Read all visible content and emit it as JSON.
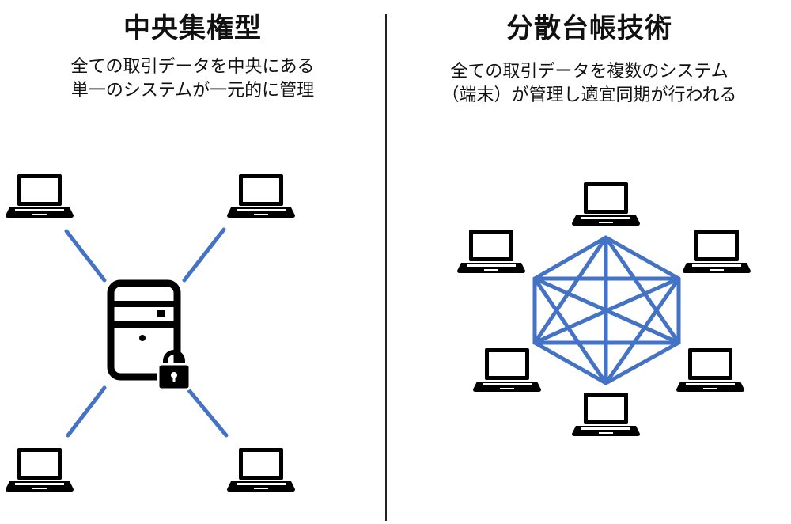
{
  "centralized": {
    "title": "中央集権型",
    "description_lines": [
      "全ての取引データを中央にある",
      "単一のシステムが一元的に管理"
    ]
  },
  "distributed": {
    "title": "分散台帳技術",
    "description_lines": [
      "全ての取引データを複数のシステム",
      "（端末）が管理し適宜同期が行われる"
    ]
  },
  "colors": {
    "connection": "#4472c4",
    "icon": "#000000",
    "background": "#ffffff"
  },
  "icons": {
    "terminal": "laptop-icon",
    "server": "server-icon",
    "lock": "lock-icon"
  }
}
